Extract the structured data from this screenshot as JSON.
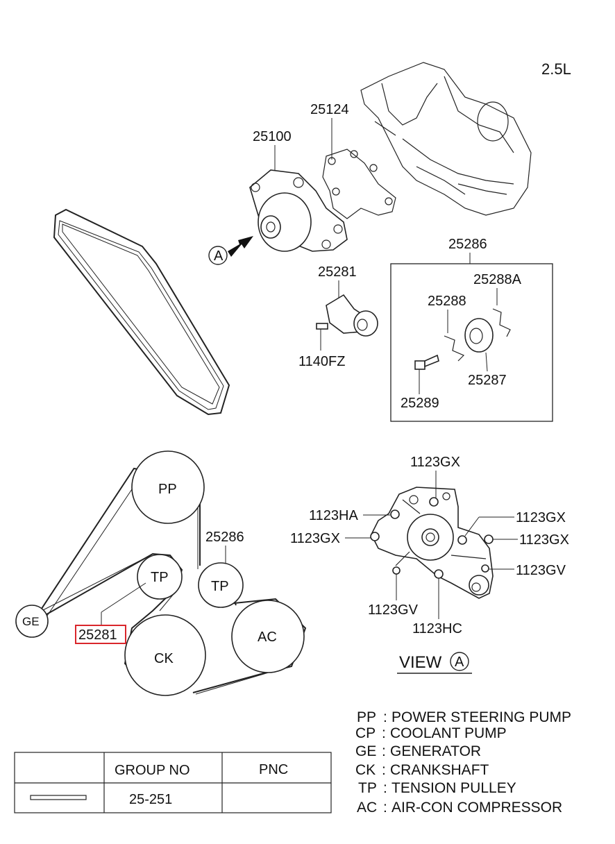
{
  "engine": "2.5L",
  "parts": {
    "water_pump": "25100",
    "gasket": "25124",
    "tensioner_assy_box": "25286",
    "tensioner": "25281",
    "bolt_tensioner": "1140FZ",
    "bracket_a": "25288A",
    "bracket": "25288",
    "pulley": "25287",
    "bolt": "25289"
  },
  "view_marker": "A",
  "belt_routing": {
    "pulleys": [
      "PP",
      "TP",
      "TP",
      "GE",
      "CK",
      "AC"
    ],
    "label_tensioner_pulley": "25286",
    "label_tensioner_highlight": "25281"
  },
  "view_a": {
    "title": "VIEW",
    "marker": "A",
    "bolts": {
      "top": "1123GX",
      "left_upper": "1123HA",
      "left_lower": "1123GX",
      "right_1": "1123GX",
      "right_2": "1123GX",
      "right_3": "1123GV",
      "bottom_left": "1123GV",
      "bottom": "1123HC"
    }
  },
  "legend": [
    {
      "code": "PP",
      "desc": "POWER STEERING PUMP"
    },
    {
      "code": "CP",
      "desc": "COOLANT PUMP"
    },
    {
      "code": "GE",
      "desc": "GENERATOR"
    },
    {
      "code": "CK",
      "desc": "CRANKSHAFT"
    },
    {
      "code": "TP",
      "desc": "TENSION PULLEY"
    },
    {
      "code": "AC",
      "desc": "AIR-CON COMPRESSOR"
    }
  ],
  "table": {
    "headers": [
      "",
      "GROUP NO",
      "PNC"
    ],
    "row": [
      "",
      "25-251",
      ""
    ]
  },
  "colors": {
    "highlight": "#d9262b"
  }
}
